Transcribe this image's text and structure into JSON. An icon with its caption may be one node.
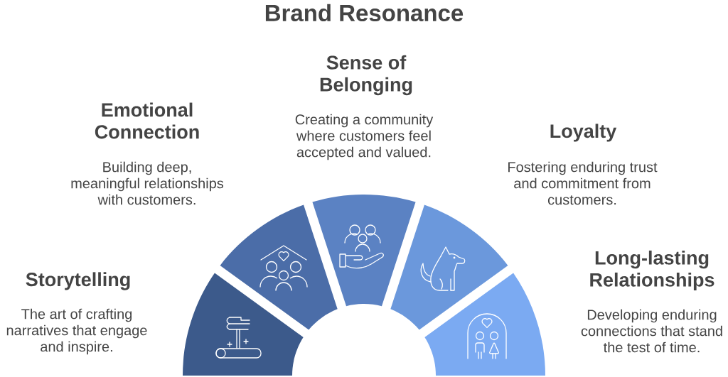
{
  "diagram": {
    "title": "Brand Resonance",
    "nodes": [
      {
        "text": [
          "Storytelling",
          "The art of crafting narratives that engage and inspire."
        ]
      },
      {
        "text": [
          "Emotional Connection",
          "Building deep, meaningful relationships with customers."
        ]
      },
      {
        "text": [
          "Sense of Belonging",
          "Creating a community where customers feel accepted and valued."
        ]
      },
      {
        "text": [
          "Loyalty",
          "Fostering enduring trust and commitment from customers."
        ]
      },
      {
        "text": [
          "Long-lasting Relationships",
          "Developing enduring connections that stand the test of time."
        ]
      }
    ]
  }
}
